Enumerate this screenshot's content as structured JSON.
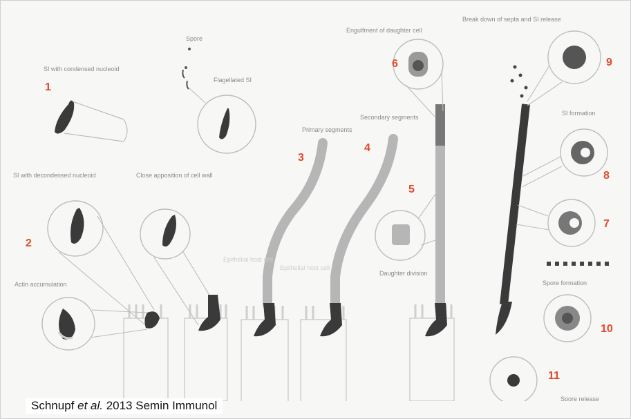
{
  "citation": {
    "authors_a": "Schnupf ",
    "authors_b": "et al.",
    "authors_c": " 2013 Semin Immunol"
  },
  "step_numbers": [
    "1",
    "2",
    "3",
    "4",
    "5",
    "6",
    "7",
    "8",
    "9",
    "10",
    "11"
  ],
  "labels": {
    "spore": "Spore",
    "flagellated": "Flagellated SI",
    "sfb_condensed": "SI with condensed nucleoid",
    "sfb_decondensed": "SI with decondensed nucleoid",
    "actin": "Actin accumulation",
    "close_apposition": "Close apposition of cell wall",
    "primary": "Primary segments",
    "secondary": "Secondary segments",
    "enlargement": "Engulfment of daughter cell",
    "breakdown": "Break down of septa and SI release",
    "si_formation": "SI formation",
    "daughter": "Daughter division",
    "spore_formation": "Spore formation",
    "spore_release": "Spore release",
    "host_cell_1": "Epithelial host cell",
    "host_cell_2": "Epithelial host cell"
  },
  "colors": {
    "number_red": "#e2492a",
    "label_grey": "#8a8a8a",
    "dark_cell": "#3a3a3a",
    "segment_grey": "#b6b6b6"
  }
}
